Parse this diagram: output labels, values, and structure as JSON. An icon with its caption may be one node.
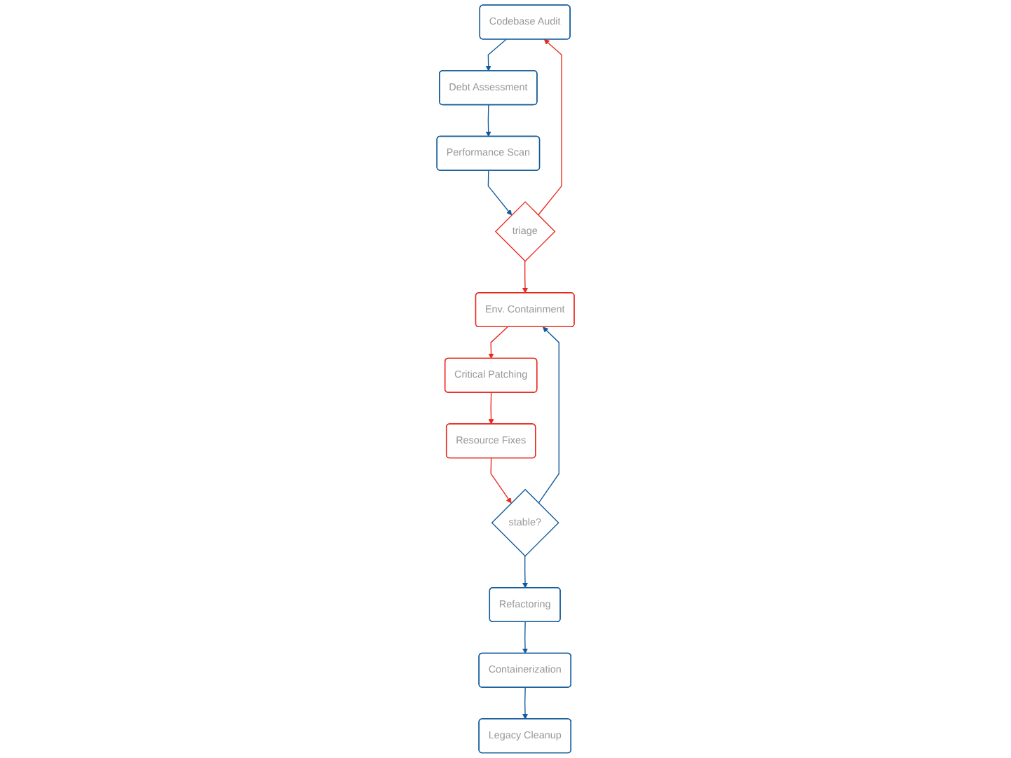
{
  "diagram": {
    "nodes": [
      {
        "text": [
          "Codebase Audit"
        ]
      },
      {
        "text": [
          "Debt Assessment"
        ]
      },
      {
        "text": [
          "Performance Scan"
        ]
      },
      {
        "text": [
          "triage"
        ]
      },
      {
        "text": [
          "Env. Containment"
        ]
      },
      {
        "text": [
          "Critical Patching"
        ]
      },
      {
        "text": [
          "Resource Fixes"
        ]
      },
      {
        "text": [
          "stable?"
        ]
      },
      {
        "text": [
          "Refactoring"
        ]
      },
      {
        "text": [
          "Containerization"
        ]
      },
      {
        "text": [
          "Legacy Cleanup"
        ]
      }
    ],
    "edges": [
      {
        "from": 0,
        "to": 1,
        "arrow": "to"
      },
      {
        "from": 1,
        "to": 2,
        "arrow": "to"
      },
      {
        "from": 2,
        "to": 3,
        "arrow": "to"
      },
      {
        "from": 3,
        "to": 0,
        "arrow": "to",
        "color": "#e8281c"
      },
      {
        "from": 3,
        "to": 4,
        "arrow": "to",
        "color": "#e8281c"
      },
      {
        "from": 4,
        "to": 5,
        "arrow": "to",
        "color": "#e8281c"
      },
      {
        "from": 5,
        "to": 6,
        "arrow": "to",
        "color": "#e8281c"
      },
      {
        "from": 6,
        "to": 7,
        "arrow": "to",
        "color": "#e8281c"
      },
      {
        "from": 7,
        "to": 4,
        "arrow": "to"
      },
      {
        "from": 7,
        "to": 8,
        "arrow": "to"
      },
      {
        "from": 8,
        "to": 9,
        "arrow": "to"
      },
      {
        "from": 9,
        "to": 10,
        "arrow": "to"
      }
    ]
  }
}
